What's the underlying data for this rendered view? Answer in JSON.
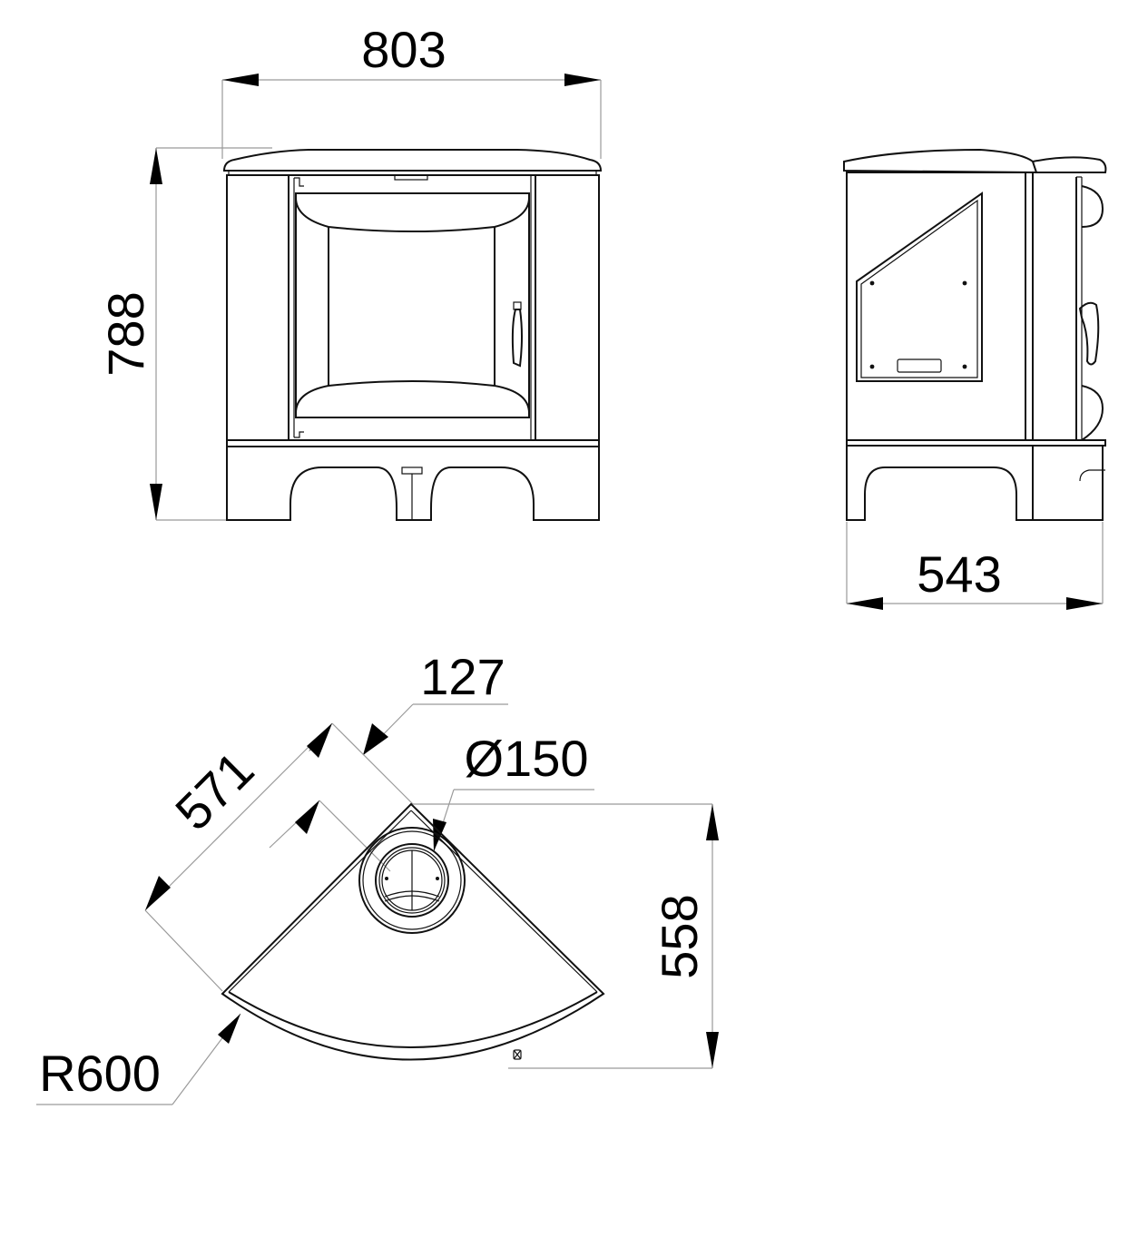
{
  "drawing": {
    "subject": "Corner wood stove dimension drawing",
    "views": [
      "front-view",
      "side-view",
      "top-view"
    ],
    "units": "mm"
  },
  "dimensions": {
    "front_width": "803",
    "front_height": "788",
    "side_depth": "543",
    "top_offset": "127",
    "top_side_length": "571",
    "flue_diameter": "Ø150",
    "top_depth": "558",
    "front_radius": "R600"
  },
  "colors": {
    "line": "#111111",
    "dimension_line": "#9a9a9a",
    "background": "#ffffff"
  }
}
